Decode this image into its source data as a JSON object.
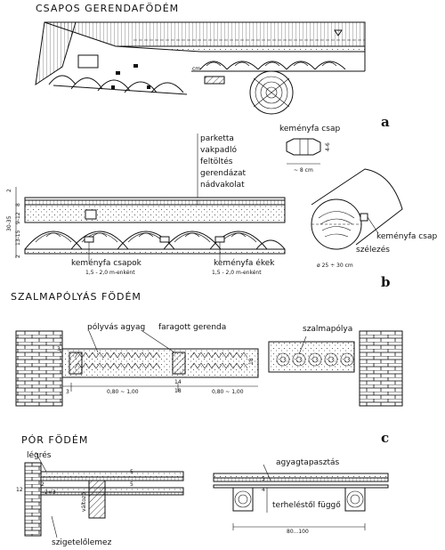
{
  "section_a": {
    "title": "CSAPOS GERENDAFÖDÉM",
    "cm_label": "cm",
    "layers": [
      "parketta",
      "vakpadló",
      "feltöltés",
      "gerendázat",
      "nádvakolat"
    ],
    "peg_title": "keményfa csap",
    "peg_width": "~ 8 cm",
    "peg_height": "4-6",
    "beam_csap": "keményfa csap",
    "beam_szelezes": "szélezés",
    "beam_diam": "ø 25 ÷ 30 cm",
    "dim_left": [
      "2",
      "8",
      "9-12",
      "13-15",
      "30-35",
      "2"
    ],
    "csapok": "keményfa csapok",
    "csapok_spacing": "1,5 - 2,0 m-enként",
    "ekek": "keményfa ékek",
    "ekek_spacing": "1,5 - 2,0 m-enként",
    "mark_a": "a",
    "mark_b": "b"
  },
  "section_b": {
    "title": "SZALMAPÓLYÁS FÖDÉM",
    "potyvas": "pólyvás agyag",
    "faragott": "faragott gerenda",
    "szalmapolya": "szalmapólya",
    "dim1": "0,80 ~ 1,00",
    "dim2": "0,80 ~ 1,00",
    "beam_dims": [
      "14",
      "18"
    ],
    "side_dim": "18",
    "small_nums": [
      "3",
      "3"
    ]
  },
  "section_c": {
    "title": "PÓR FÖDÉM",
    "legres": "légrés",
    "agyag": "agyagtapasztás",
    "terheles": "terheléstől függő",
    "szigetelo": "szigetelőlemez",
    "dim_bottom": "80...100",
    "dims": [
      "5",
      "5",
      "2",
      "2×3",
      "12",
      "változó",
      "4",
      "5"
    ],
    "mark_c": "c"
  }
}
